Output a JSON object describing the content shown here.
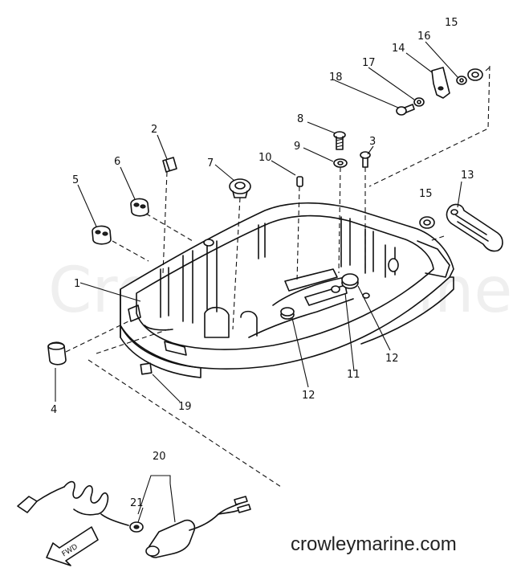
{
  "watermark": "CrowleyMarine",
  "site_url": "crowleymarine.com",
  "fwd_label": "FWD",
  "callouts": {
    "c1": "1",
    "c2": "2",
    "c3": "3",
    "c4": "4",
    "c5": "5",
    "c6": "6",
    "c7": "7",
    "c8": "8",
    "c9": "9",
    "c10": "10",
    "c11": "11",
    "c12a": "12",
    "c12b": "12",
    "c13": "13",
    "c14": "14",
    "c15a": "15",
    "c15b": "15",
    "c16": "16",
    "c17": "17",
    "c18": "18",
    "c19": "19",
    "c20": "20",
    "c21": "21"
  }
}
